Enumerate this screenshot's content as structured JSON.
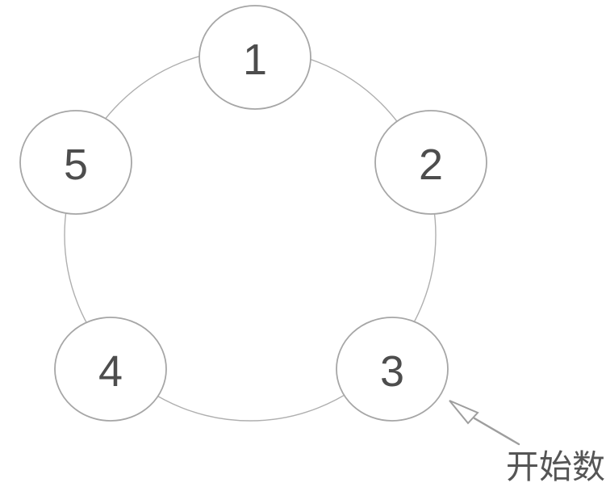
{
  "diagram": {
    "kind": "counting-circle",
    "colors": {
      "background": "#ffffff",
      "ring_color": "#afafaf",
      "node_stroke_color": "#a6a6a6",
      "node_fill": "#ffffff",
      "number_color": "#4d4d4d",
      "arrow_color": "#9e9e9e",
      "label_color": "#555555"
    },
    "nodes": [
      {
        "label": "1"
      },
      {
        "label": "2"
      },
      {
        "label": "3"
      },
      {
        "label": "4"
      },
      {
        "label": "5"
      }
    ],
    "annotation": {
      "text": "开始数",
      "points_to": "3"
    }
  }
}
